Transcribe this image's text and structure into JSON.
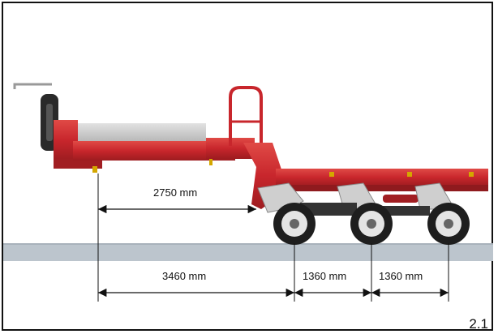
{
  "dimensions": {
    "upper": {
      "label": "2750 mm"
    },
    "lower": [
      {
        "label": "3460 mm"
      },
      {
        "label": "1360 mm"
      },
      {
        "label": "1360 mm"
      }
    ]
  },
  "figure_number": "2.1",
  "colors": {
    "trailer_red": "#c8262c",
    "ground": "#b9c3cc",
    "deck_grey": "#c8c8c8",
    "tire": "#1e1e1e"
  }
}
